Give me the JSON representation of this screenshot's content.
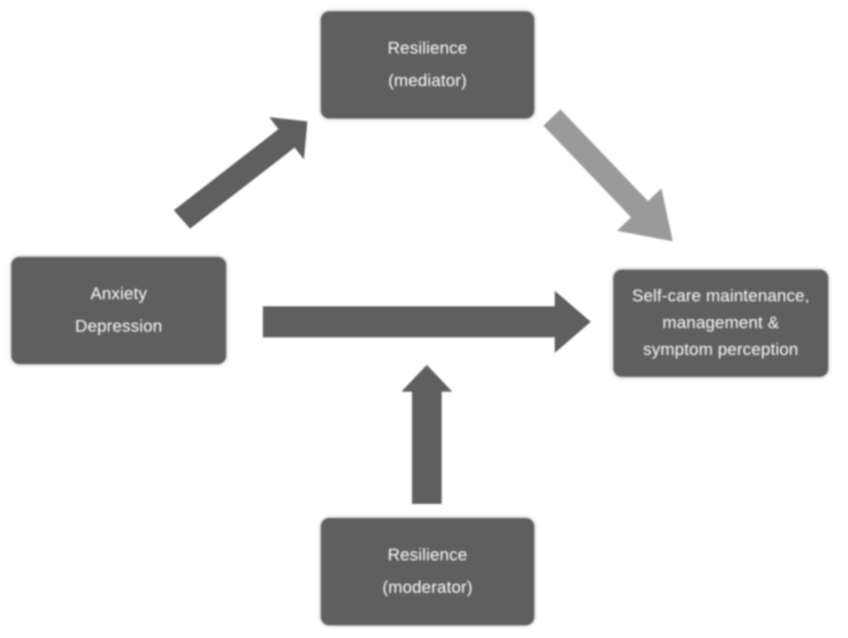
{
  "colors": {
    "node_fill": "#5f5f5f",
    "arrow_dark": "#5f5f5f",
    "arrow_light": "#9a9a9a",
    "text": "#ffffff",
    "background": "#ffffff"
  },
  "nodes": {
    "mediator": {
      "label": "Resilience\n(mediator)"
    },
    "anxiety": {
      "label": "Anxiety\nDepression"
    },
    "selfcare": {
      "label": "Self-care maintenance,\nmanagement &\nsymptom perception"
    },
    "moderator": {
      "label": "Resilience\n(moderator)"
    }
  },
  "edges": [
    {
      "from": "anxiety",
      "to": "mediator",
      "shade": "dark"
    },
    {
      "from": "mediator",
      "to": "selfcare",
      "shade": "light"
    },
    {
      "from": "anxiety",
      "to": "selfcare",
      "shade": "dark"
    },
    {
      "from": "moderator",
      "to": "anxiety-selfcare-path",
      "shade": "dark"
    }
  ]
}
